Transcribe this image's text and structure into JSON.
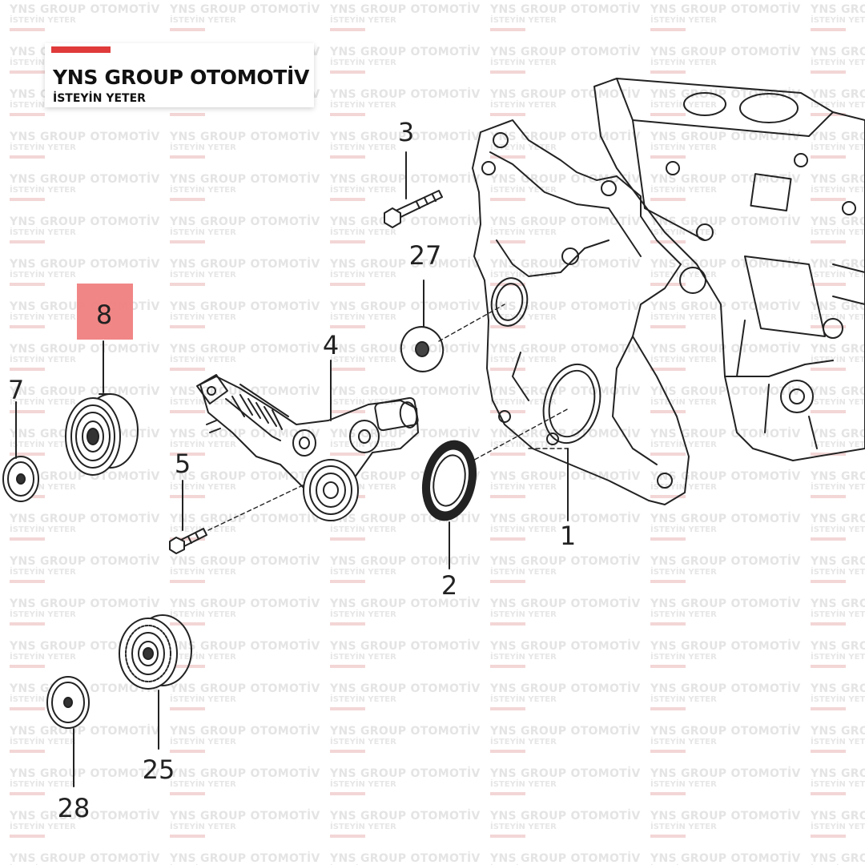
{
  "watermark": {
    "line1": "YNS GROUP OTOMOTİV",
    "line2": "İSTEYİN YETER"
  },
  "logo": {
    "title": "YNS GROUP OTOMOTİV",
    "subtitle": "İSTEYİN YETER",
    "accent_color": "#e03a3a"
  },
  "highlight": {
    "part_number": "8",
    "color": "#f08080"
  },
  "part_labels": [
    "1",
    "2",
    "3",
    "4",
    "5",
    "7",
    "8",
    "25",
    "27",
    "28"
  ],
  "labels": {
    "p1": "1",
    "p2": "2",
    "p3": "3",
    "p4": "4",
    "p5": "5",
    "p7": "7",
    "p8": "8",
    "p25": "25",
    "p27": "27",
    "p28": "28"
  }
}
